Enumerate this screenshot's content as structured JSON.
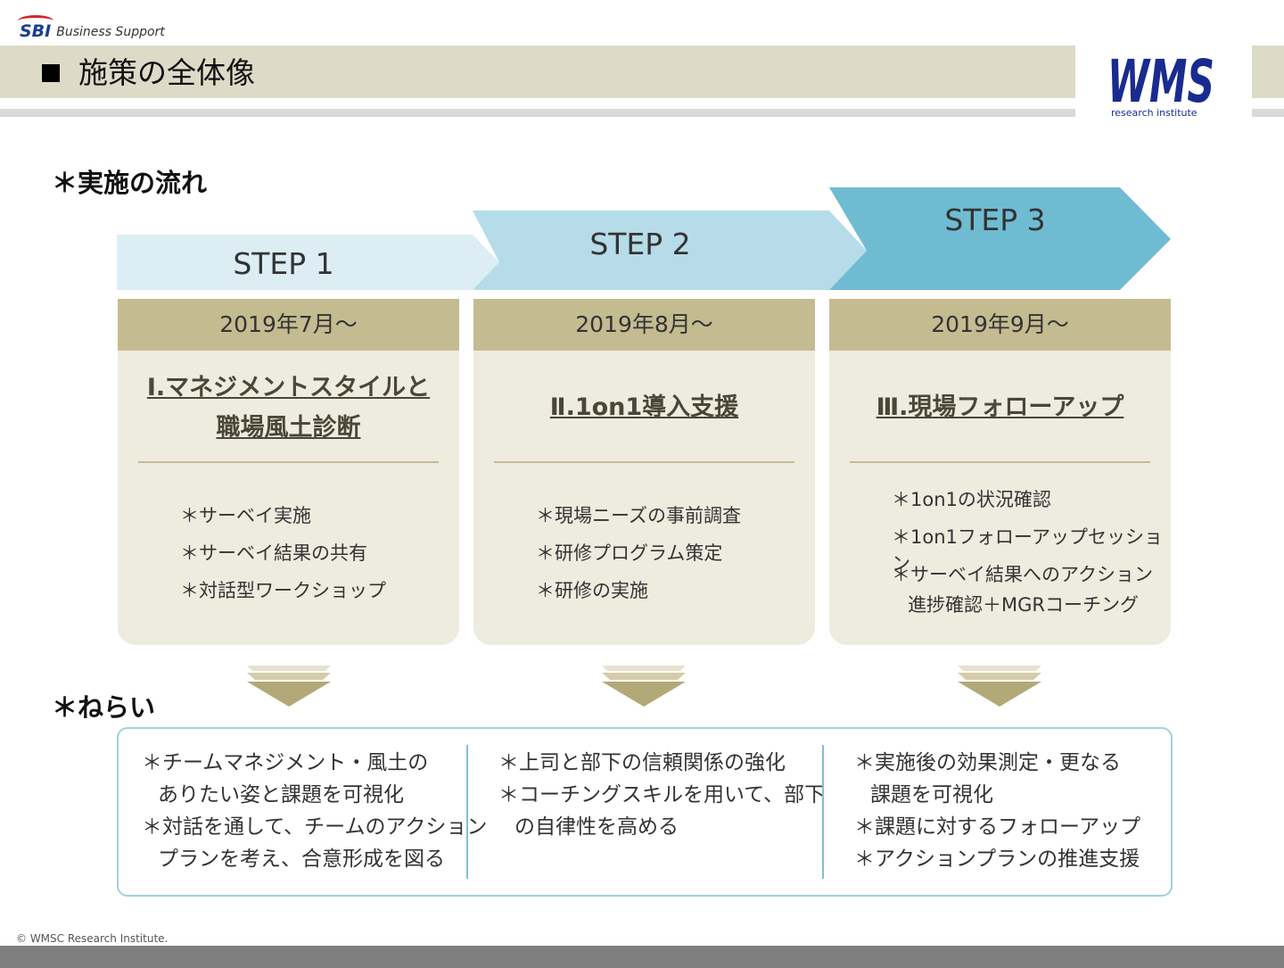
{
  "header": {
    "company_mark": "SBI",
    "company_name": "Business Support",
    "page_title": "施策の全体像",
    "partner_logo": "WMS",
    "partner_tagline": "research institute"
  },
  "flow": {
    "heading": "＊実施の流れ",
    "steps": [
      {
        "label": "STEP 1",
        "date": "2019年7月～",
        "title_lines": [
          "Ⅰ.マネジメントスタイルと",
          "職場風土診断"
        ],
        "items": [
          "＊サーベイ実施",
          "＊サーベイ結果の共有",
          "＊対話型ワークショップ"
        ]
      },
      {
        "label": "STEP 2",
        "date": "2019年8月～",
        "title_lines": [
          "Ⅱ.1on1導入支援"
        ],
        "items": [
          "＊現場ニーズの事前調査",
          "＊研修プログラム策定",
          "＊研修の実施"
        ]
      },
      {
        "label": "STEP 3",
        "date": "2019年9月～",
        "title_lines": [
          "Ⅲ.現場フォローアップ"
        ],
        "items": [
          "＊1on1の状況確認",
          "＊1on1フォローアップセッション",
          "＊サーベイ結果へのアクション",
          "進捗確認＋MGRコーチング"
        ]
      }
    ]
  },
  "aims": {
    "heading": "＊ねらい",
    "columns": [
      [
        "＊チームマネジメント・風土の",
        "ありたい姿と課題を可視化",
        "＊対話を通して、チームのアクション",
        "プランを考え、合意形成を図る"
      ],
      [
        "＊上司と部下の信頼関係の強化",
        "＊コーチングスキルを用いて、部下",
        "の自律性を高める"
      ],
      [
        "＊実施後の効果測定・更なる",
        "課題を可視化",
        "＊課題に対するフォローアップ",
        "＊アクションプランの推進支援"
      ]
    ]
  },
  "footer": {
    "copyright": "© WMSC Research Institute."
  },
  "colors": {
    "step1": "#dcedf4",
    "step2": "#b5dce8",
    "step3": "#6fbcd2",
    "card_header": "#c4bb91",
    "card_body": "#eeebdf",
    "title_band": "#dedac8",
    "aim_border": "#9fd1dd"
  },
  "icons": [
    "double-chevron-down-icon"
  ]
}
